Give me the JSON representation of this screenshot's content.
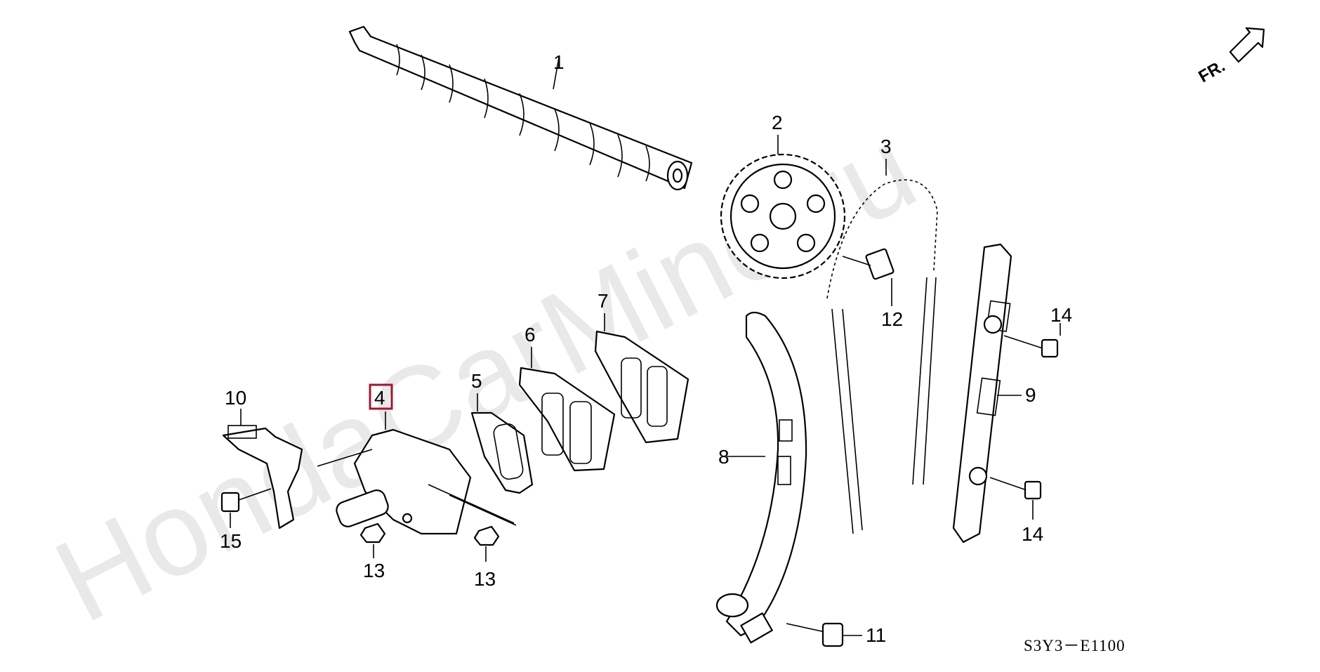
{
  "watermark": "HondaCarMine.ru",
  "direction_label": "FR.",
  "diagram_code": "S3Y3－E1100",
  "highlight_color": "#a01830",
  "callouts": {
    "c1": "1",
    "c2": "2",
    "c3": "3",
    "c4": "4",
    "c5": "5",
    "c6": "6",
    "c7": "7",
    "c8": "8",
    "c9": "9",
    "c10": "10",
    "c11": "11",
    "c12": "12",
    "c13a": "13",
    "c13b": "13",
    "c14a": "14",
    "c14b": "14",
    "c15": "15"
  }
}
